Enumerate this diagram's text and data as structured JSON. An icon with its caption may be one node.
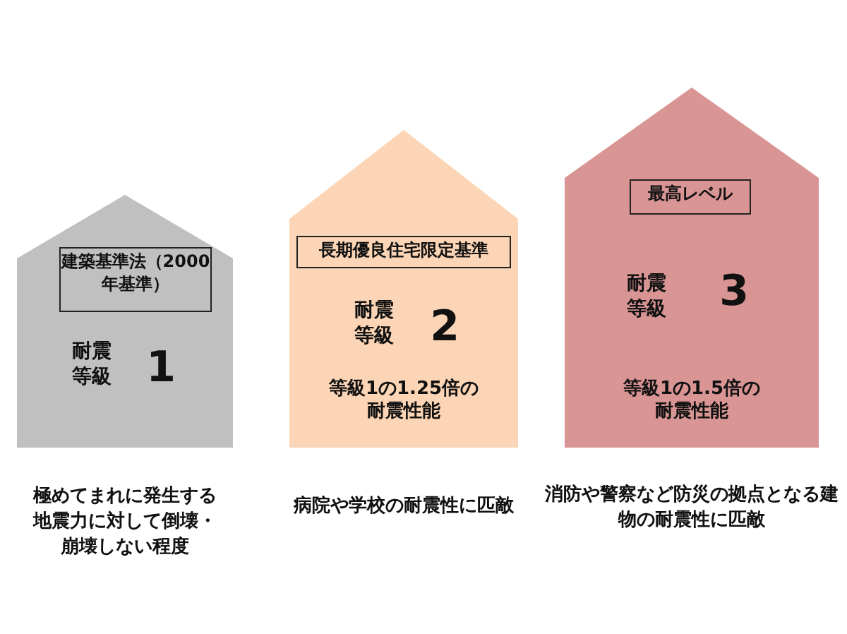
{
  "diagram": {
    "nodes": [
      {
        "text": [
          "耐震等級",
          "1"
        ],
        "beside": [
          "極めてまれに発生する地震力に対して倒壊・崩壊しない程度"
        ]
      },
      {
        "text": [
          "建築基準法（2000年基準）"
        ],
        "in": 0
      },
      {
        "text": [
          "耐震等級",
          "2",
          "等級1の1.25倍の耐震性能"
        ],
        "beside": [
          "病院や学校の耐震性に匹敵"
        ]
      },
      {
        "text": [
          "長期優良住宅限定基準"
        ],
        "in": 2
      },
      {
        "text": [
          "耐震等級",
          "3",
          "等級1の1.5倍の耐震性能"
        ],
        "beside": [
          "消防や警察など防災の拠点となる建物の耐震性に匹敵"
        ]
      },
      {
        "text": [
          "最高レベル"
        ],
        "in": 4
      }
    ]
  }
}
